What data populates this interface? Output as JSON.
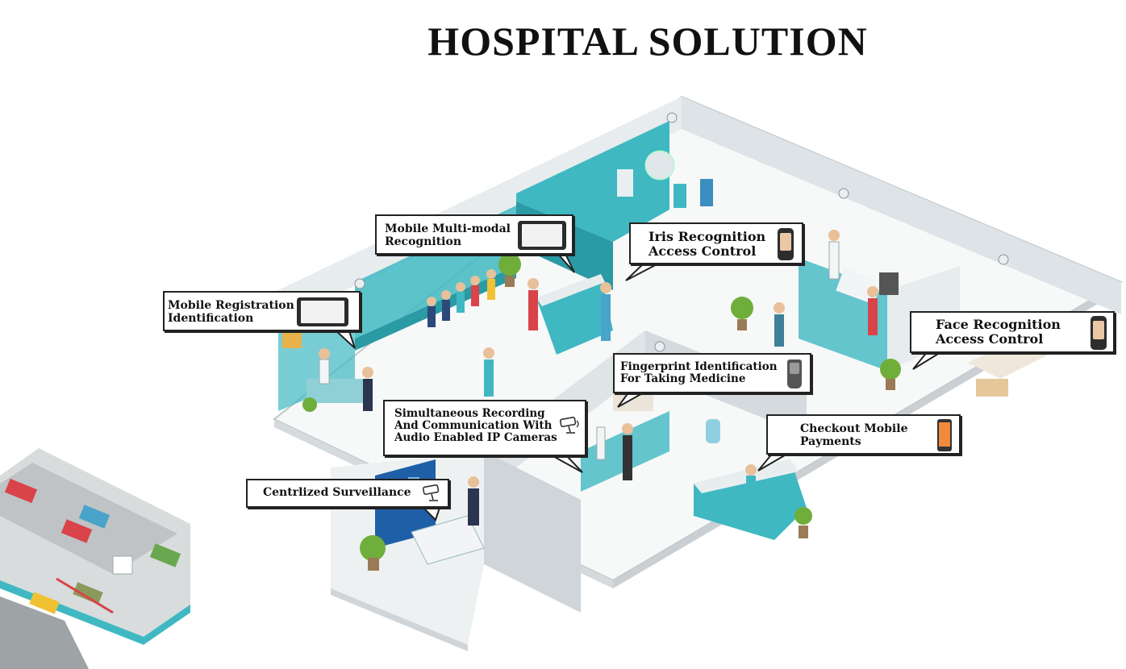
{
  "title": "HOSPITAL SOLUTION",
  "colors": {
    "teal": "#3fb8c2",
    "teal_dark": "#2a9aa5",
    "wall": "#e7ecee",
    "floor": "#f7f8f8",
    "edge": "#bfc6c9"
  },
  "callouts": {
    "mobile_multimodal": "Mobile Multi-modal\nRecognition",
    "iris": "Iris Recognition\nAccess Control",
    "mobile_registration": "Mobile Registration\nIdentification",
    "face": "Face Recognition\nAccess Control",
    "fingerprint": "Fingerprint Identification\nFor Taking Medicine",
    "audio_cameras": "Simultaneous Recording\nAnd Communication With\nAudio Enabled IP Cameras",
    "checkout": "Checkout Mobile\nPayments",
    "surveillance": "Centrlized Surveillance"
  },
  "icons": {
    "multimodal": "tablet-device-icon",
    "iris": "iris-terminal-icon",
    "registration": "tablet-device-icon",
    "face": "face-terminal-icon",
    "fingerprint": "fingerprint-scanner-icon",
    "audio": "ip-camera-icon",
    "checkout": "payment-phone-icon",
    "surveillance": "cctv-camera-icon"
  }
}
